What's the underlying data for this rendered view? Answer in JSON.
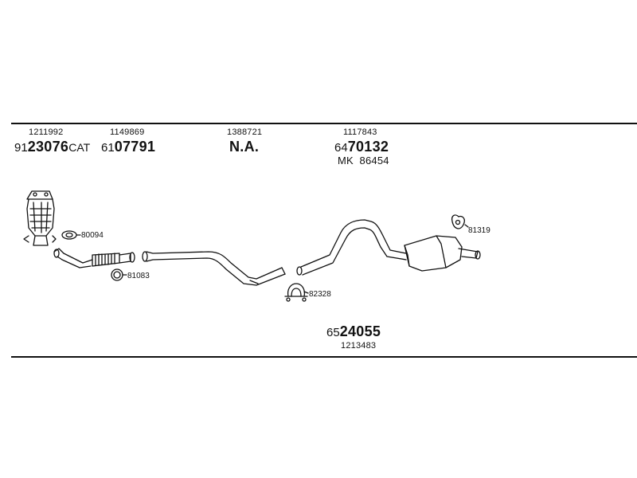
{
  "parts": [
    {
      "id": "catalytic-converter",
      "oe": "1211992",
      "prefix": "91",
      "number": "23076",
      "suffix": "CAT"
    },
    {
      "id": "front-pipe",
      "oe": "1149869",
      "prefix": "61",
      "number": "07791",
      "suffix": ""
    },
    {
      "id": "middle-pipe",
      "oe": "1388721",
      "prefix": "",
      "number": "N.A.",
      "suffix": ""
    },
    {
      "id": "rear-pipe",
      "oe": "1117843",
      "prefix": "64",
      "number": "70132",
      "suffix": "",
      "extra": "MK  86454"
    }
  ],
  "kit": {
    "prefix": "65",
    "number": "24055",
    "oe": "1213483"
  },
  "fittings": [
    "80094",
    "81083",
    "82328",
    "81319"
  ]
}
